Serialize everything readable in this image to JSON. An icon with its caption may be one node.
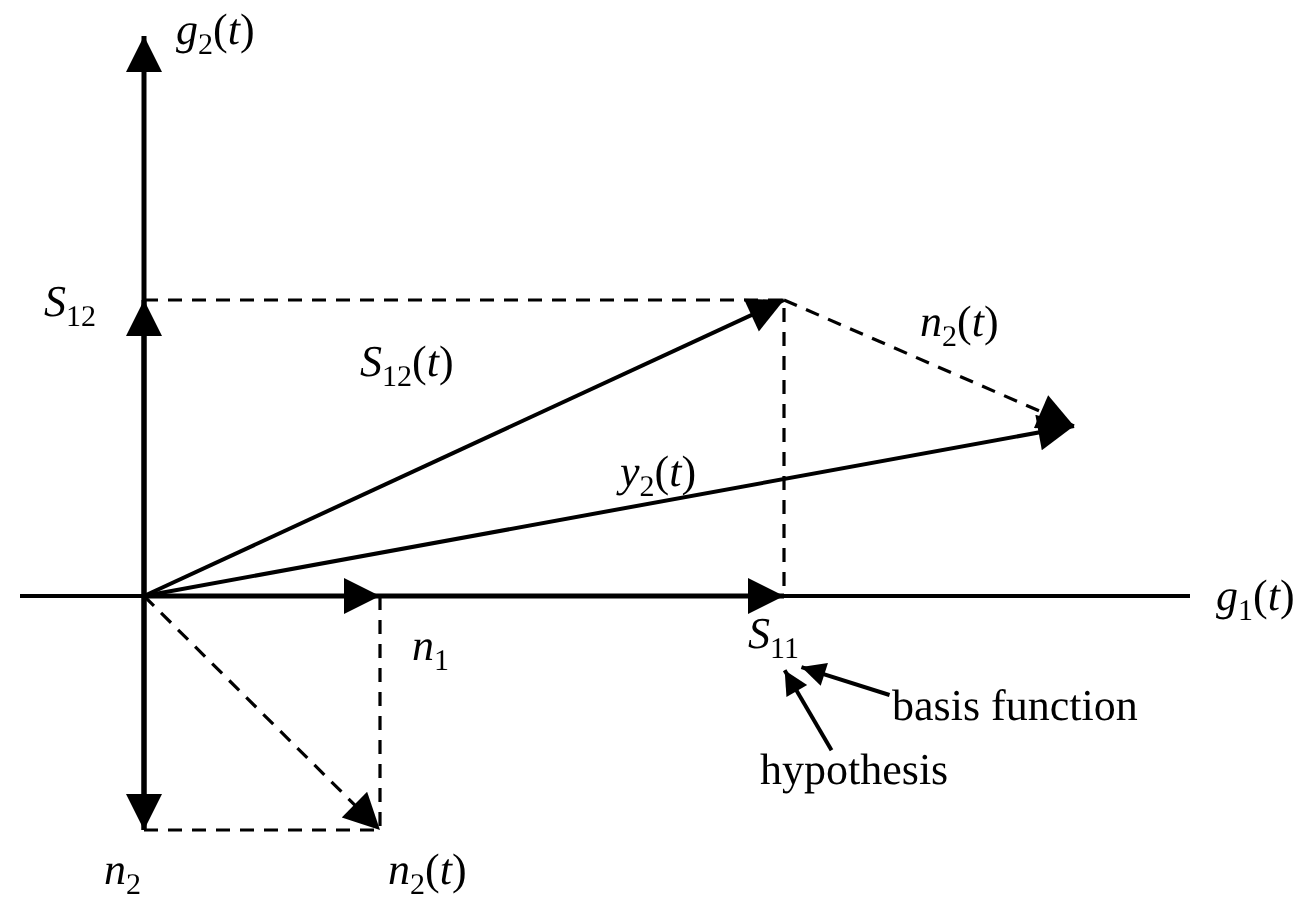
{
  "diagram": {
    "nodes": [
      {
        "text": [
          "*S*$_{11}$"
        ]
      },
      {
        "text": [
          "basis function"
        ]
      },
      {
        "text": [
          "hypothesis"
        ]
      }
    ],
    "edges": [
      {
        "from": 2,
        "to": 0,
        "arrow": "to"
      },
      {
        "from": 1,
        "to": 0,
        "arrow": "to"
      }
    ],
    "labels": [
      "*g*$_{2}$(*t*)",
      "*S*$_{12}$",
      "*n*$_{2}$(*t*)",
      "*S*$_{12}$(*t*)",
      "*y*$_{2}$(*t*)",
      "*g*$_{1}$(*t*)",
      "*n*$_{1}$",
      "*n*$_{2}$",
      "*n*$_{2}$(*t*)"
    ]
  }
}
